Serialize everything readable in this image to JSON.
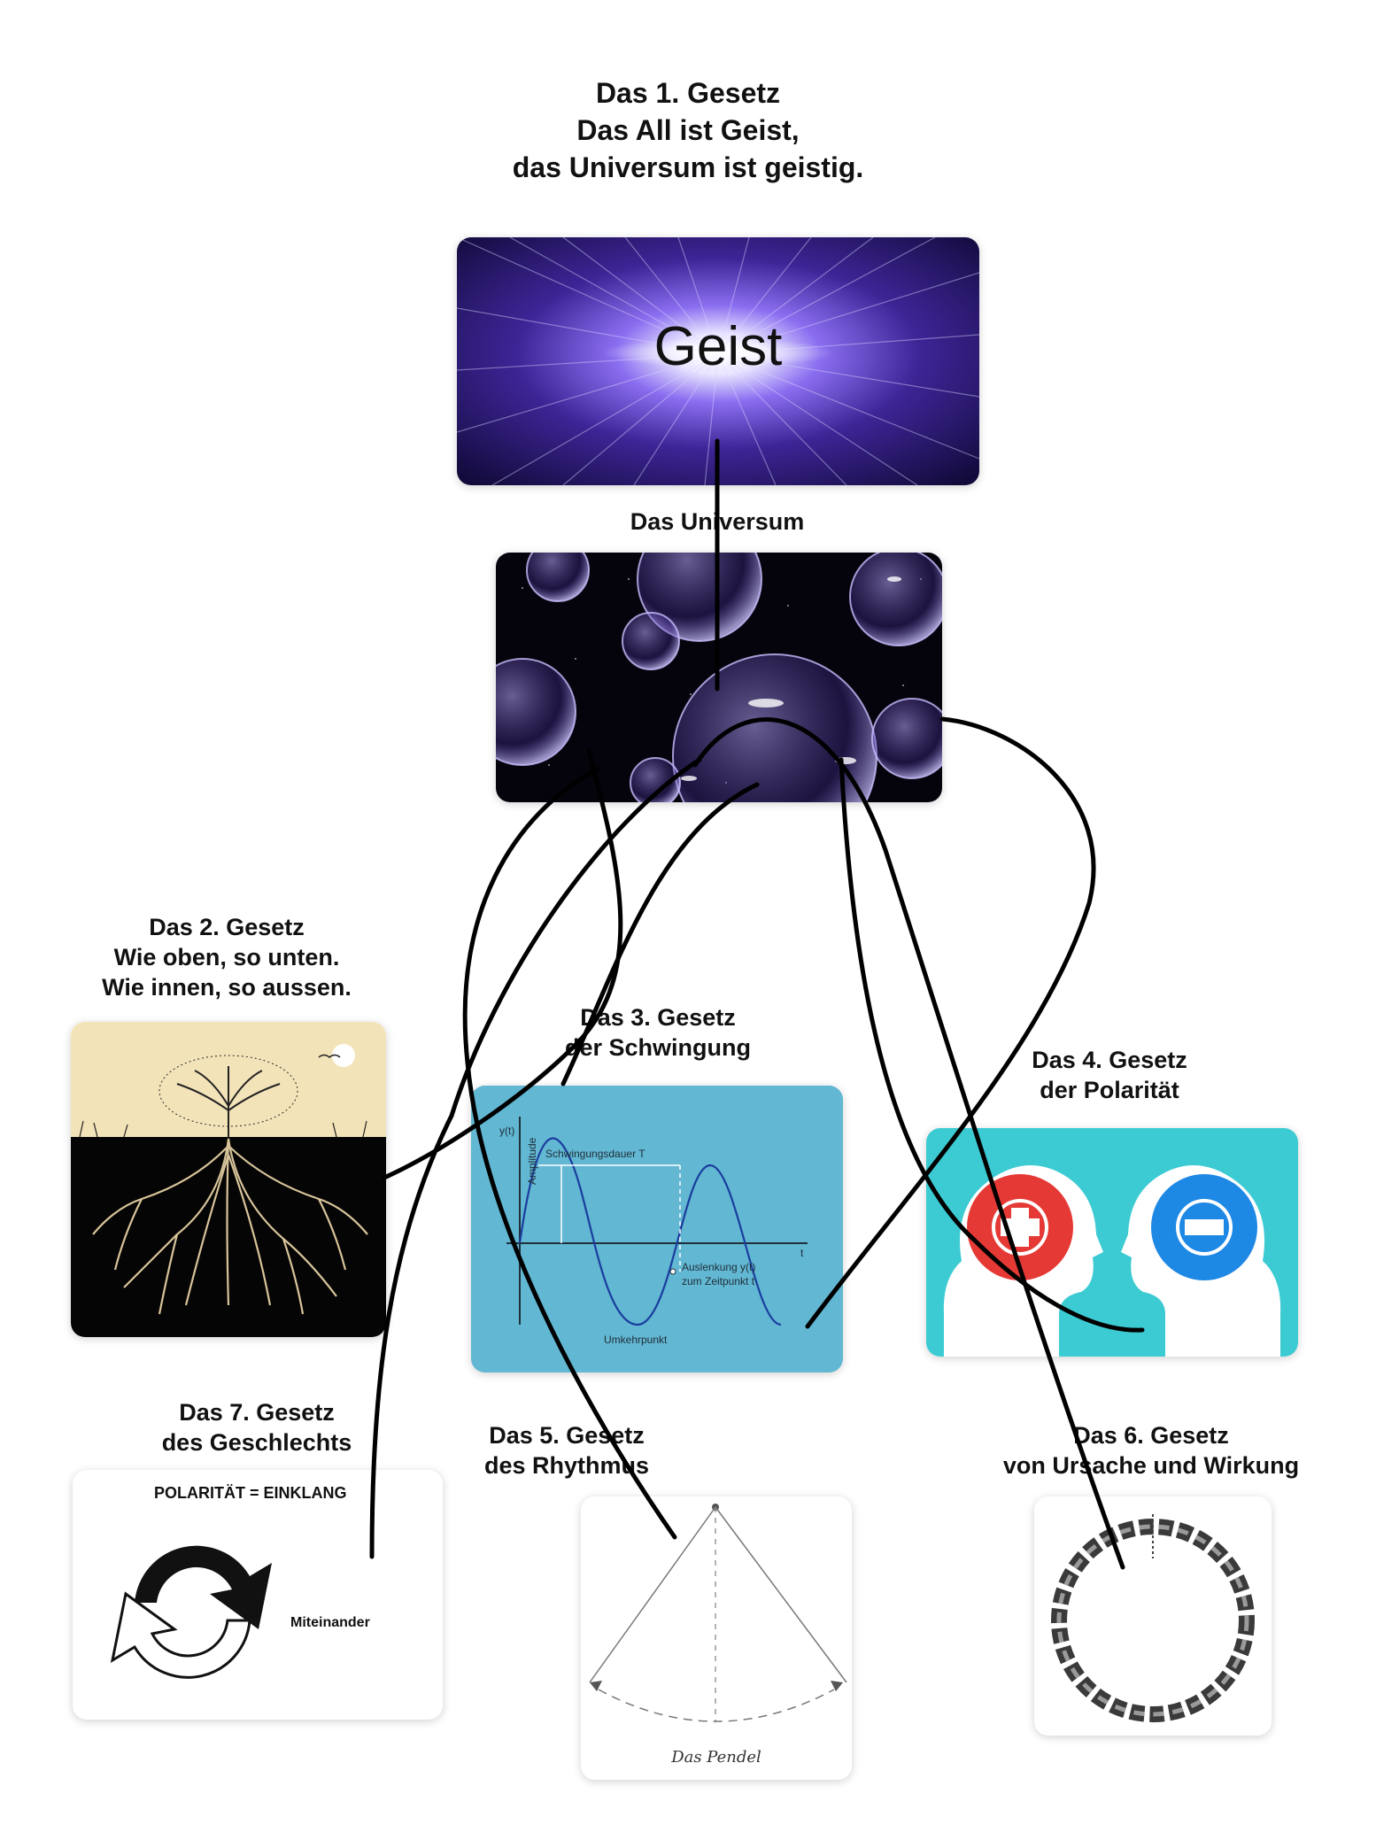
{
  "law1": {
    "lines": [
      "Das 1. Gesetz",
      "Das All ist Geist,",
      "das Universum ist geistig."
    ]
  },
  "geist": {
    "label": "Geist"
  },
  "universe": {
    "caption": "Das Universum"
  },
  "law2": {
    "lines": [
      "Das 2. Gesetz",
      "Wie oben, so unten.",
      "Wie innen, so aussen."
    ]
  },
  "law3": {
    "lines": [
      "Das 3. Gesetz",
      "der Schwingung"
    ],
    "graph": {
      "y_axis": "y(t)",
      "t_axis": "t",
      "period": "Schwingungsdauer T",
      "amplitude": "Amplitude",
      "deflection_1": "Auslenkung y(t)",
      "deflection_2": "zum Zeitpunkt t",
      "turning_point": "Umkehrpunkt"
    }
  },
  "law4": {
    "lines": [
      "Das 4. Gesetz",
      "der Polarität"
    ]
  },
  "law7": {
    "lines": [
      "Das 7. Gesetz",
      "des Geschlechts"
    ],
    "card_title": "POLARITÄT = EINKLANG",
    "card_label": "Miteinander"
  },
  "law5": {
    "lines": [
      "Das 5. Gesetz",
      "des Rhythmus"
    ],
    "card_label": "Das Pendel"
  },
  "law6": {
    "lines": [
      "Das 6. Gesetz",
      "von Ursache und Wirkung"
    ]
  },
  "colors": {
    "oscillation_bg": "#62b7d3",
    "polarity_bg": "#3ccbd3",
    "plus_red": "#e53935",
    "minus_blue": "#1e88e5",
    "space_purple": "#5b3ab8"
  }
}
